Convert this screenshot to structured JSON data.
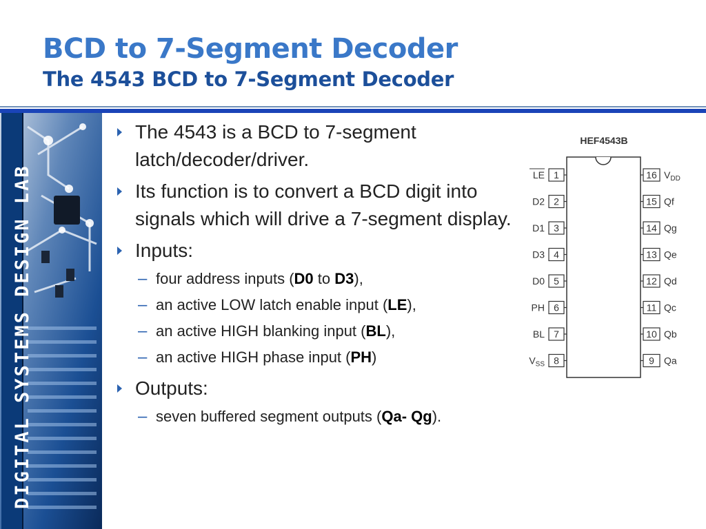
{
  "slide": {
    "title": "BCD to 7-Segment Decoder",
    "subtitle": "The 4543 BCD to 7-Segment Decoder",
    "brand_text": "DIGITAL SYSTEMS DESIGN LAB"
  },
  "bullets": [
    {
      "text": "The 4543 is a BCD to 7-segment latch/decoder/driver."
    },
    {
      "text": "Its function is to convert a BCD digit into signals which will drive a 7-segment display."
    },
    {
      "text": "Inputs:"
    },
    {
      "text": "Outputs:"
    }
  ],
  "inputs_sub": [
    {
      "pre": "four address inputs (",
      "b1": "D0",
      "mid": " to ",
      "b2": "D3",
      "post": "),"
    },
    {
      "pre": "an active LOW latch enable input (",
      "b1": "LE",
      "post": "),"
    },
    {
      "pre": "an active HIGH blanking input (",
      "b1": "BL",
      "post": "),"
    },
    {
      "pre": "an active HIGH phase input (",
      "b1": "PH",
      "post": ")"
    }
  ],
  "outputs_sub": [
    {
      "pre": "seven buffered segment outputs (",
      "b1": "Qa- Qg",
      "post": ")."
    }
  ],
  "chip": {
    "part": "HEF4543B",
    "left_pins": [
      {
        "name": "LE",
        "num": "1"
      },
      {
        "name": "D2",
        "num": "2"
      },
      {
        "name": "D1",
        "num": "3"
      },
      {
        "name": "D3",
        "num": "4"
      },
      {
        "name": "D0",
        "num": "5"
      },
      {
        "name": "PH",
        "num": "6"
      },
      {
        "name": "BL",
        "num": "7"
      },
      {
        "name": "V",
        "sub": "SS",
        "num": "8"
      }
    ],
    "right_pins": [
      {
        "name": "V",
        "sub": "DD",
        "num": "16"
      },
      {
        "name": "Qf",
        "num": "15"
      },
      {
        "name": "Qg",
        "num": "14"
      },
      {
        "name": "Qe",
        "num": "13"
      },
      {
        "name": "Qd",
        "num": "12"
      },
      {
        "name": "Qc",
        "num": "11"
      },
      {
        "name": "Qb",
        "num": "10"
      },
      {
        "name": "Qa",
        "num": "9"
      }
    ]
  },
  "colors": {
    "title": "#3a78c8",
    "subtitle": "#1c4f9a",
    "bar": "#1a44b8",
    "bullet": "#2b62b0"
  }
}
